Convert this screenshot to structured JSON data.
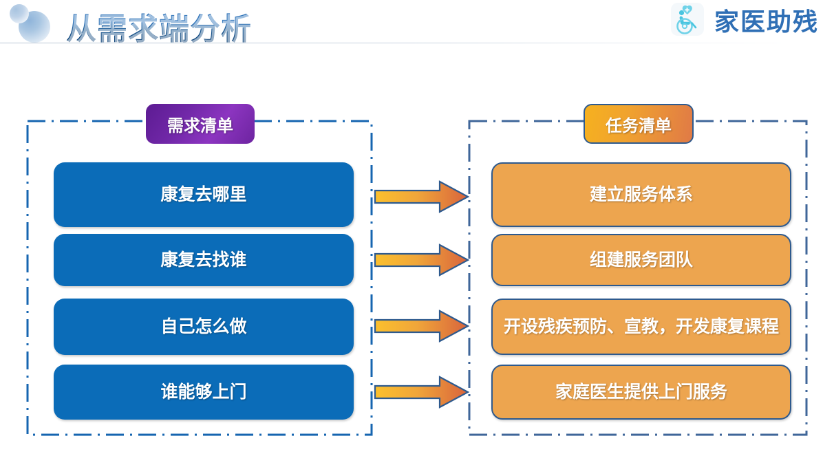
{
  "header": {
    "title": "从需求端分析",
    "brand_name": "家医助残",
    "brand_icon": "wheelchair-heart-icon",
    "deco_small_icon": "decorative-circle-small",
    "deco_large_icon": "decorative-circle-large",
    "title_color": "#1c5c9e",
    "brand_color": "#2f6fb5"
  },
  "panels": {
    "demand": {
      "badge_label": "需求清单",
      "badge_color": "#7128a8",
      "border_color": "#1665b0",
      "items": [
        {
          "label": "康复去哪里"
        },
        {
          "label": "康复去找谁"
        },
        {
          "label": "自己怎么做"
        },
        {
          "label": "谁能够上门"
        }
      ]
    },
    "task": {
      "badge_label": "任务清单",
      "badge_color": "#f0a22f",
      "border_color": "#3f6699",
      "items": [
        {
          "label": "建立服务体系"
        },
        {
          "label": "组建服务团队"
        },
        {
          "label": "开设残疾预防、宣教，开发康复课程"
        },
        {
          "label": "家庭医生提供上门服务"
        }
      ]
    }
  },
  "arrows": {
    "icon": "right-arrow-icon",
    "count": 4,
    "gradient_from": "#fbc02d",
    "gradient_to": "#d9643c",
    "outline_color": "#2e5a8e"
  },
  "colors": {
    "blue_box": "#0b6cb8",
    "orange_box": "#eda54f",
    "navy_outline": "#2e5a8e",
    "purple_badge": "#7128a8"
  }
}
